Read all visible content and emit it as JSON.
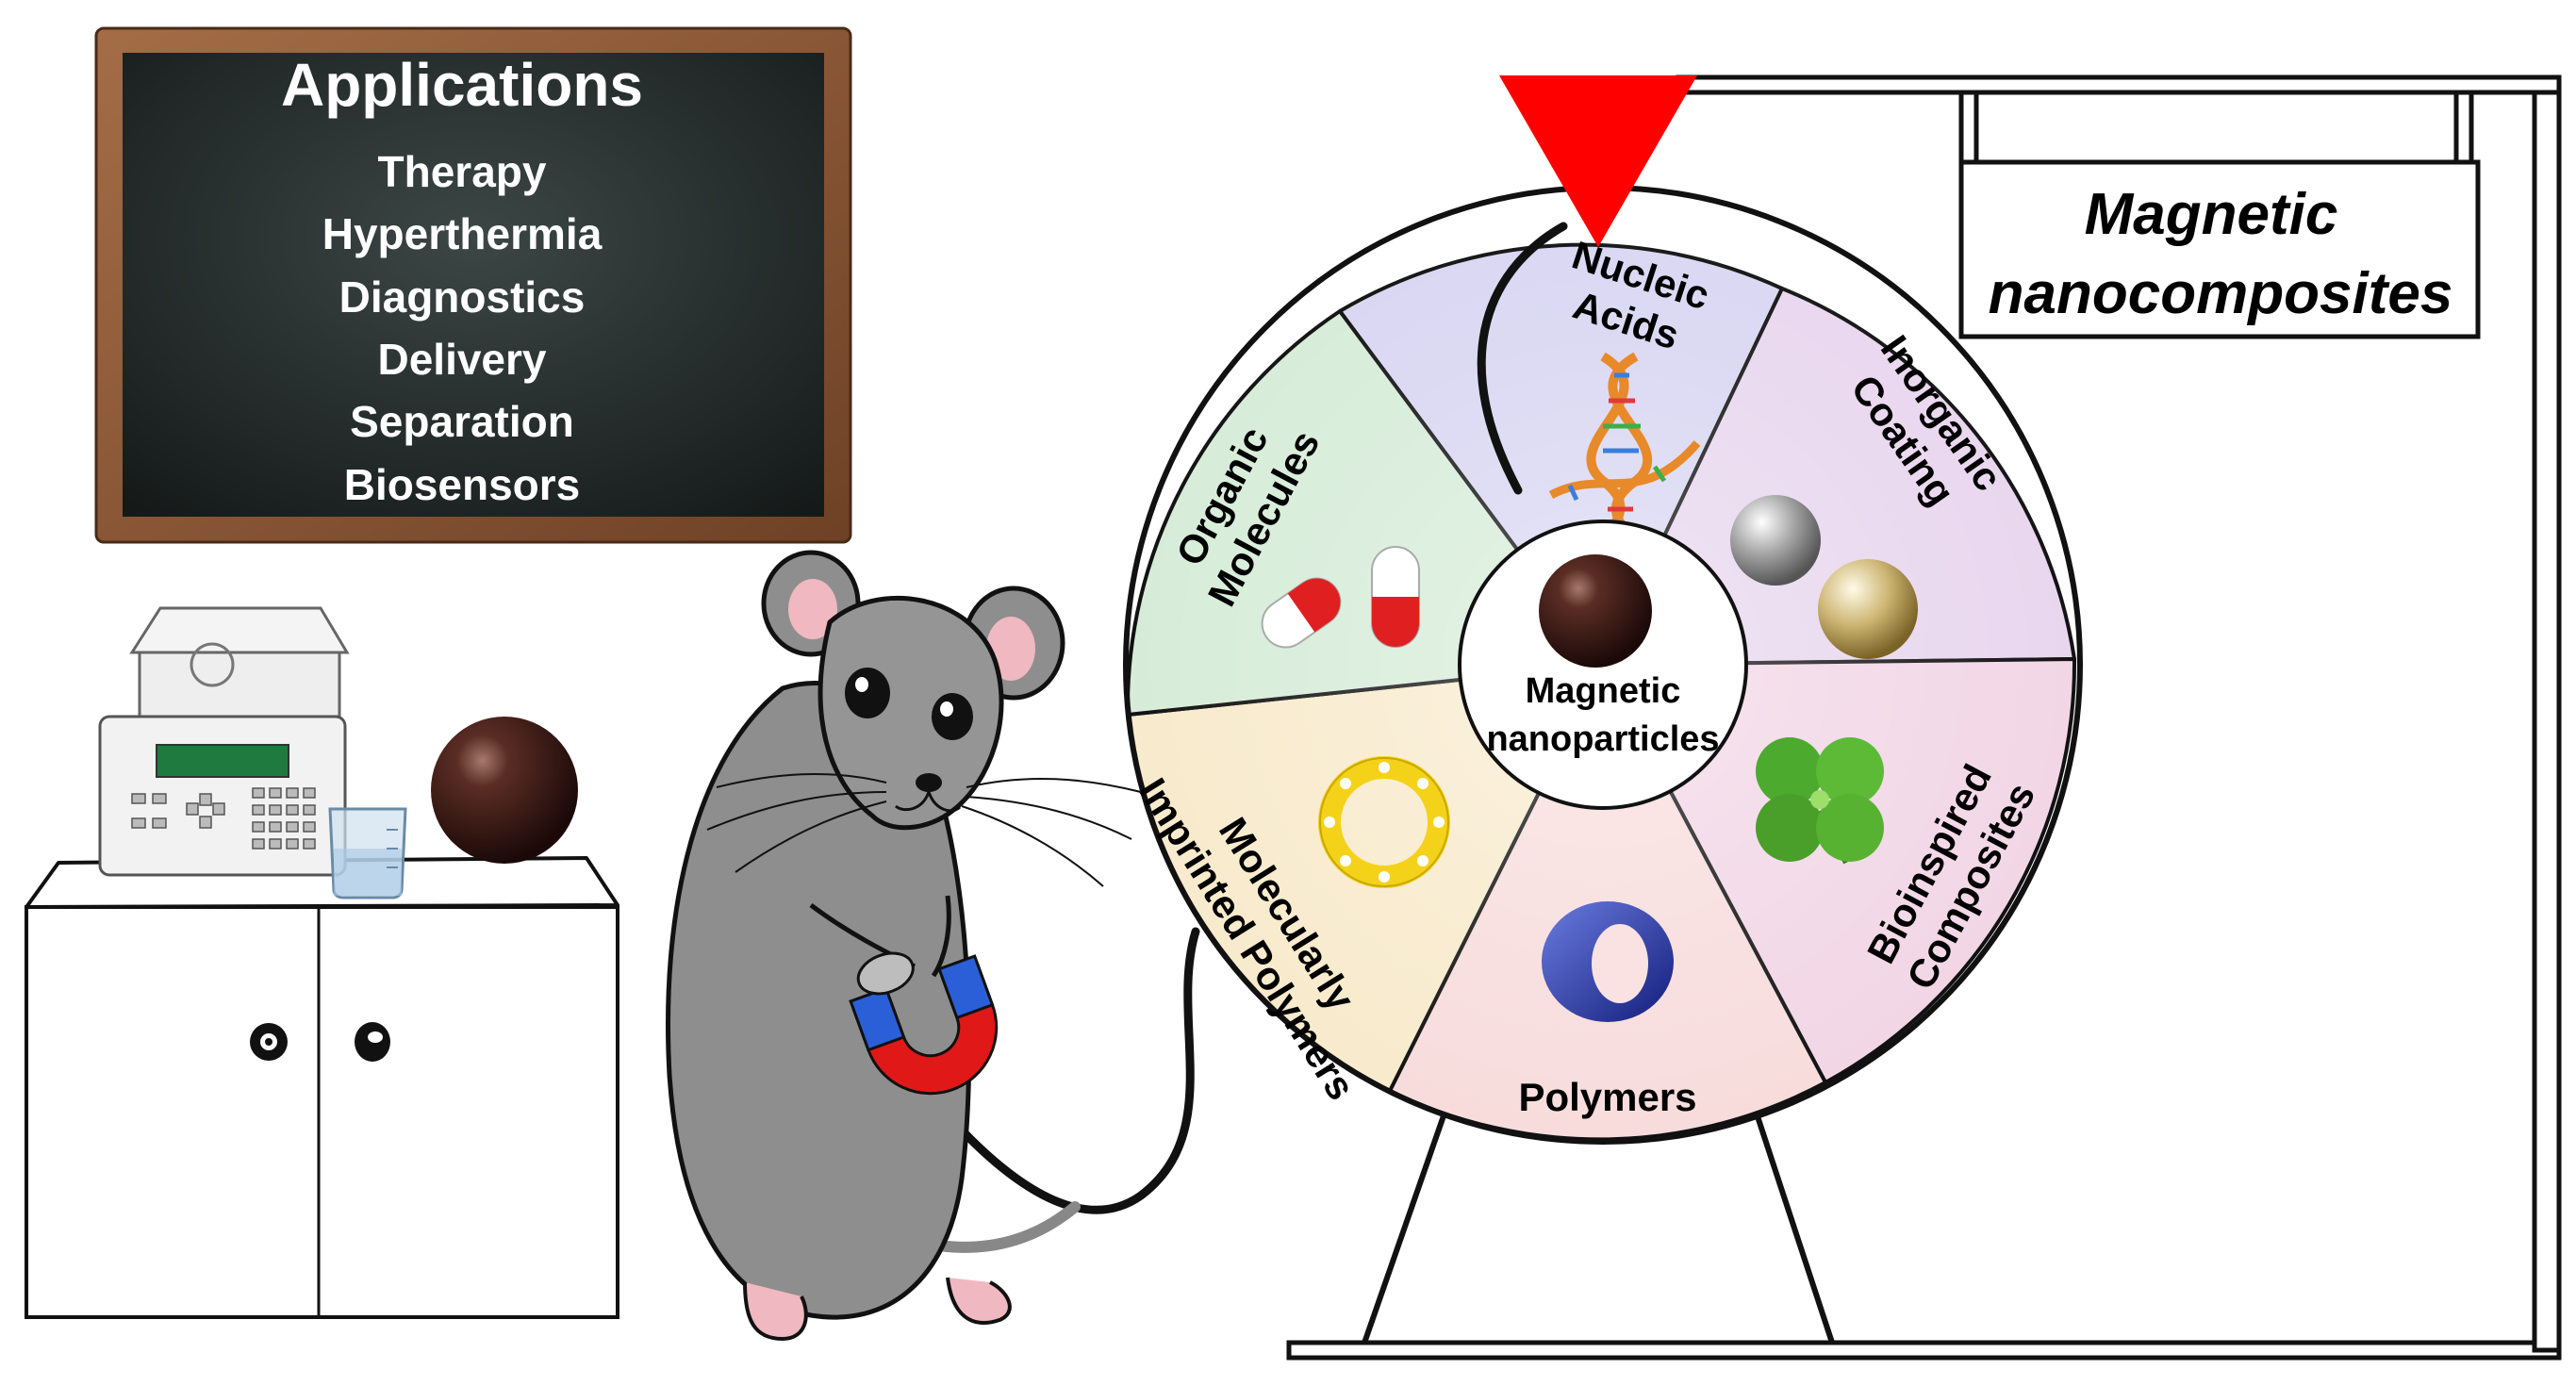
{
  "chalkboard": {
    "title": "Applications",
    "items": [
      "Therapy",
      "Hyperthermia",
      "Diagnostics",
      "Delivery",
      "Separation",
      "Biosensors"
    ]
  },
  "sign": {
    "line1": "Magnetic",
    "line2": "nanocomposites"
  },
  "wheel": {
    "center": [
      "Magnetic",
      "nanoparticles"
    ],
    "segments": [
      {
        "id": "nucleic-acids",
        "lines": [
          "Nucleic",
          "Acids"
        ]
      },
      {
        "id": "inorganic-coating",
        "lines": [
          "Inorganic",
          "Coating"
        ]
      },
      {
        "id": "bioinspired-composites",
        "lines": [
          "Bioinspired",
          "Composites"
        ]
      },
      {
        "id": "polymers",
        "lines": [
          "Polymers"
        ]
      },
      {
        "id": "molecularly-imprinted-polymers",
        "lines": [
          "Molecularly",
          "Imprinted Polymers"
        ]
      },
      {
        "id": "organic-molecules",
        "lines": [
          "Organic",
          "Molecules"
        ]
      }
    ]
  },
  "colors": {
    "pointer": "#ff0000",
    "chalkboard": "#1f2624",
    "frame": "#8a5a3a",
    "nanoparticle": "#3a1c16",
    "magnet_red": "#e01818",
    "magnet_blue": "#2a5fd8",
    "rat": "#8e8e8e"
  }
}
